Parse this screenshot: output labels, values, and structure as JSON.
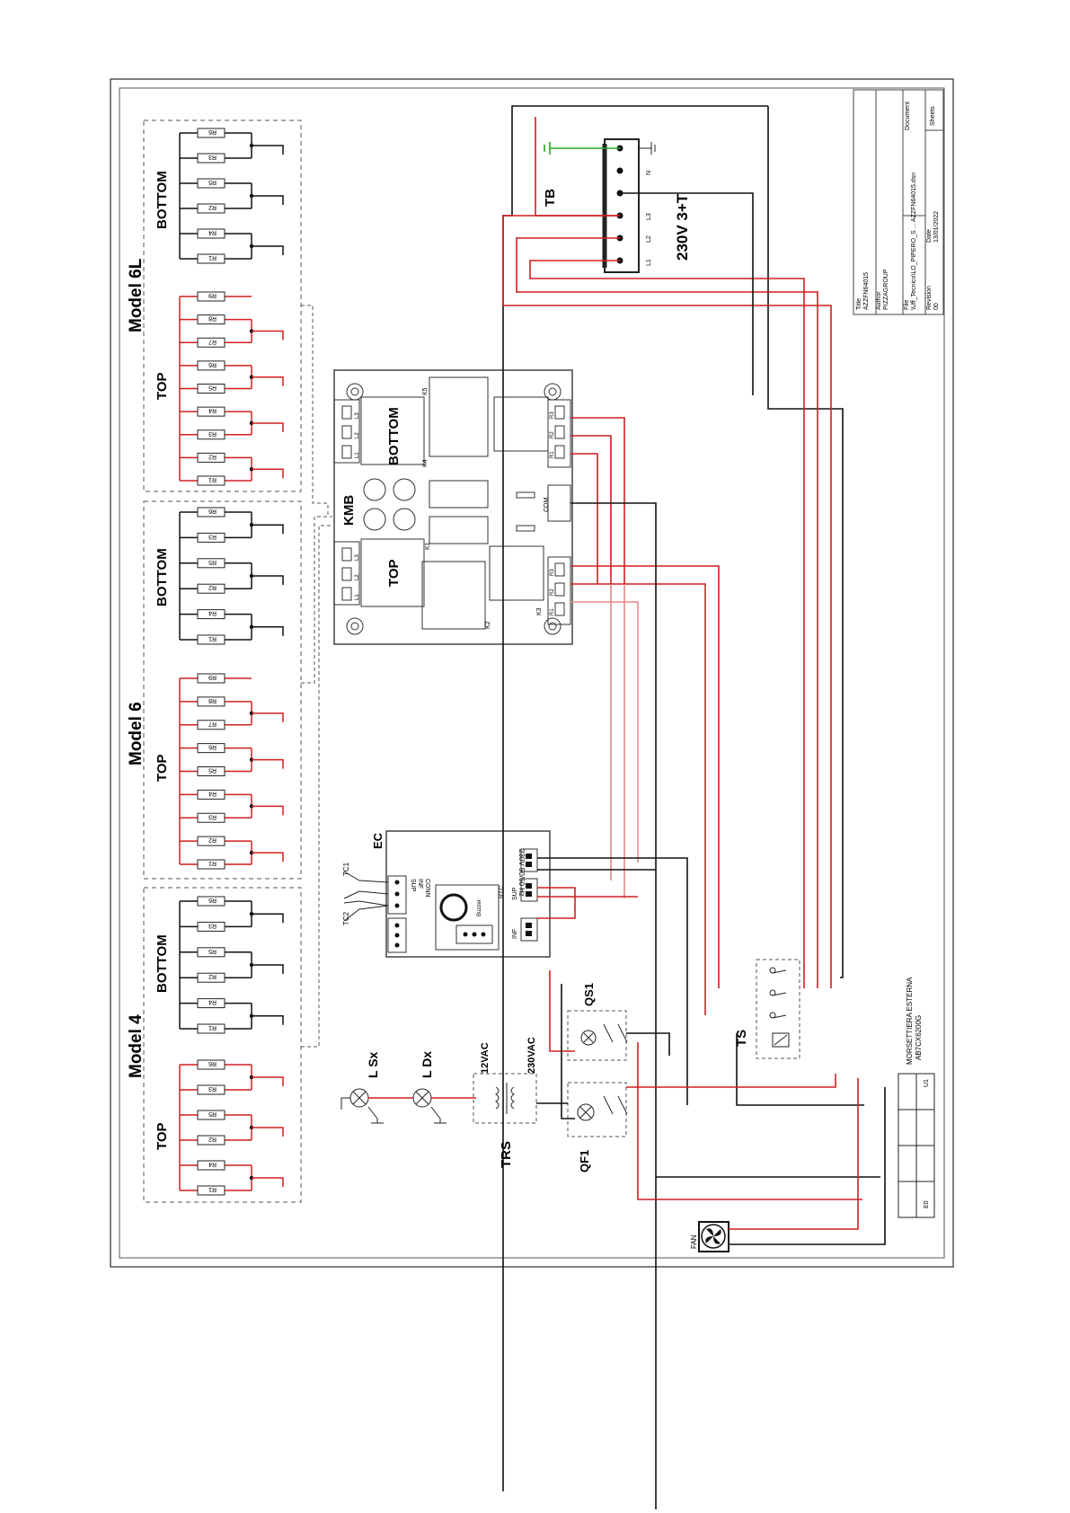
{
  "models": {
    "m6l": {
      "title": "Model 6L",
      "top": "TOP",
      "bottom": "BOTTOM",
      "top_res": [
        "R1",
        "R2",
        "R3",
        "R4",
        "R5",
        "R6",
        "R7",
        "R8",
        "R9"
      ],
      "bottom_res": [
        "R1",
        "R4",
        "R2",
        "R5",
        "R3",
        "R6"
      ]
    },
    "m6": {
      "title": "Model 6",
      "top": "TOP",
      "bottom": "BOTTOM",
      "top_res": [
        "R1",
        "R2",
        "R3",
        "R4",
        "R5",
        "R6",
        "R7",
        "R8",
        "R9"
      ],
      "bottom_res": [
        "R1",
        "R4",
        "R2",
        "R5",
        "R3",
        "R6"
      ]
    },
    "m4": {
      "title": "Model 4",
      "top": "TOP",
      "bottom": "BOTTOM",
      "top_res": [
        "R1",
        "R4",
        "R2",
        "R5",
        "R3",
        "R6"
      ],
      "bottom_res": [
        "R1",
        "R4",
        "R2",
        "R5",
        "R3",
        "R6"
      ]
    }
  },
  "kmb": {
    "label": "KMB",
    "bottom": "BOTTOM",
    "top": "TOP",
    "left_terms_top": [
      "L3",
      "L2",
      "L1"
    ],
    "left_terms_bottom": [
      "L3",
      "L2",
      "L1"
    ],
    "right_terms_top": [
      "R3",
      "R2",
      "R1"
    ],
    "right_terms_bottom": [
      "R3",
      "R2",
      "R1"
    ],
    "com": "COM",
    "relays": [
      "K5",
      "K4",
      "K1",
      "K2",
      "K3"
    ]
  },
  "tb": {
    "label": "TB",
    "voltage": "230V 3+T",
    "terms": [
      "L1",
      "L2",
      "L3",
      "N"
    ]
  },
  "ec": {
    "label": "EC",
    "tc1": "TC1",
    "tc2": "TC2",
    "power": "230V 50/60 Hz",
    "sup": "SUP",
    "inf": "INF",
    "conn": "CONN",
    "rtc": "RTC",
    "buzzer": "Buzzer"
  },
  "lamps": {
    "lsx": "L Sx",
    "ldx": "L Dx"
  },
  "trs": {
    "label": "TRS",
    "v12": "12VAC",
    "v230": "230VAC"
  },
  "qs1": "QS1",
  "qf1": "QF1",
  "ts": "TS",
  "fan": "FAN",
  "terminal": {
    "line1": "MORSETTIERA ESTERNA",
    "line2": "AB7CX6200G",
    "t1": "U1",
    "t2": "E0"
  },
  "titleblock": {
    "title_label": "Title",
    "title": "AZZFN64015",
    "author_label": "Author",
    "author": "PIZZAGROUP",
    "file_label": "File",
    "file": "\\Uff_Tecnico\\LO_PIPERO_S ... AZZFN64015.dsn",
    "revision_label": "Revision",
    "revision": "00",
    "date_label": "Date",
    "date": "13/01/2022",
    "document_label": "Document",
    "sheets_label": "Sheets"
  },
  "colors": {
    "red": "#d21f1f",
    "pink": "#e88888",
    "green": "#2aa52a",
    "black": "#111111"
  }
}
